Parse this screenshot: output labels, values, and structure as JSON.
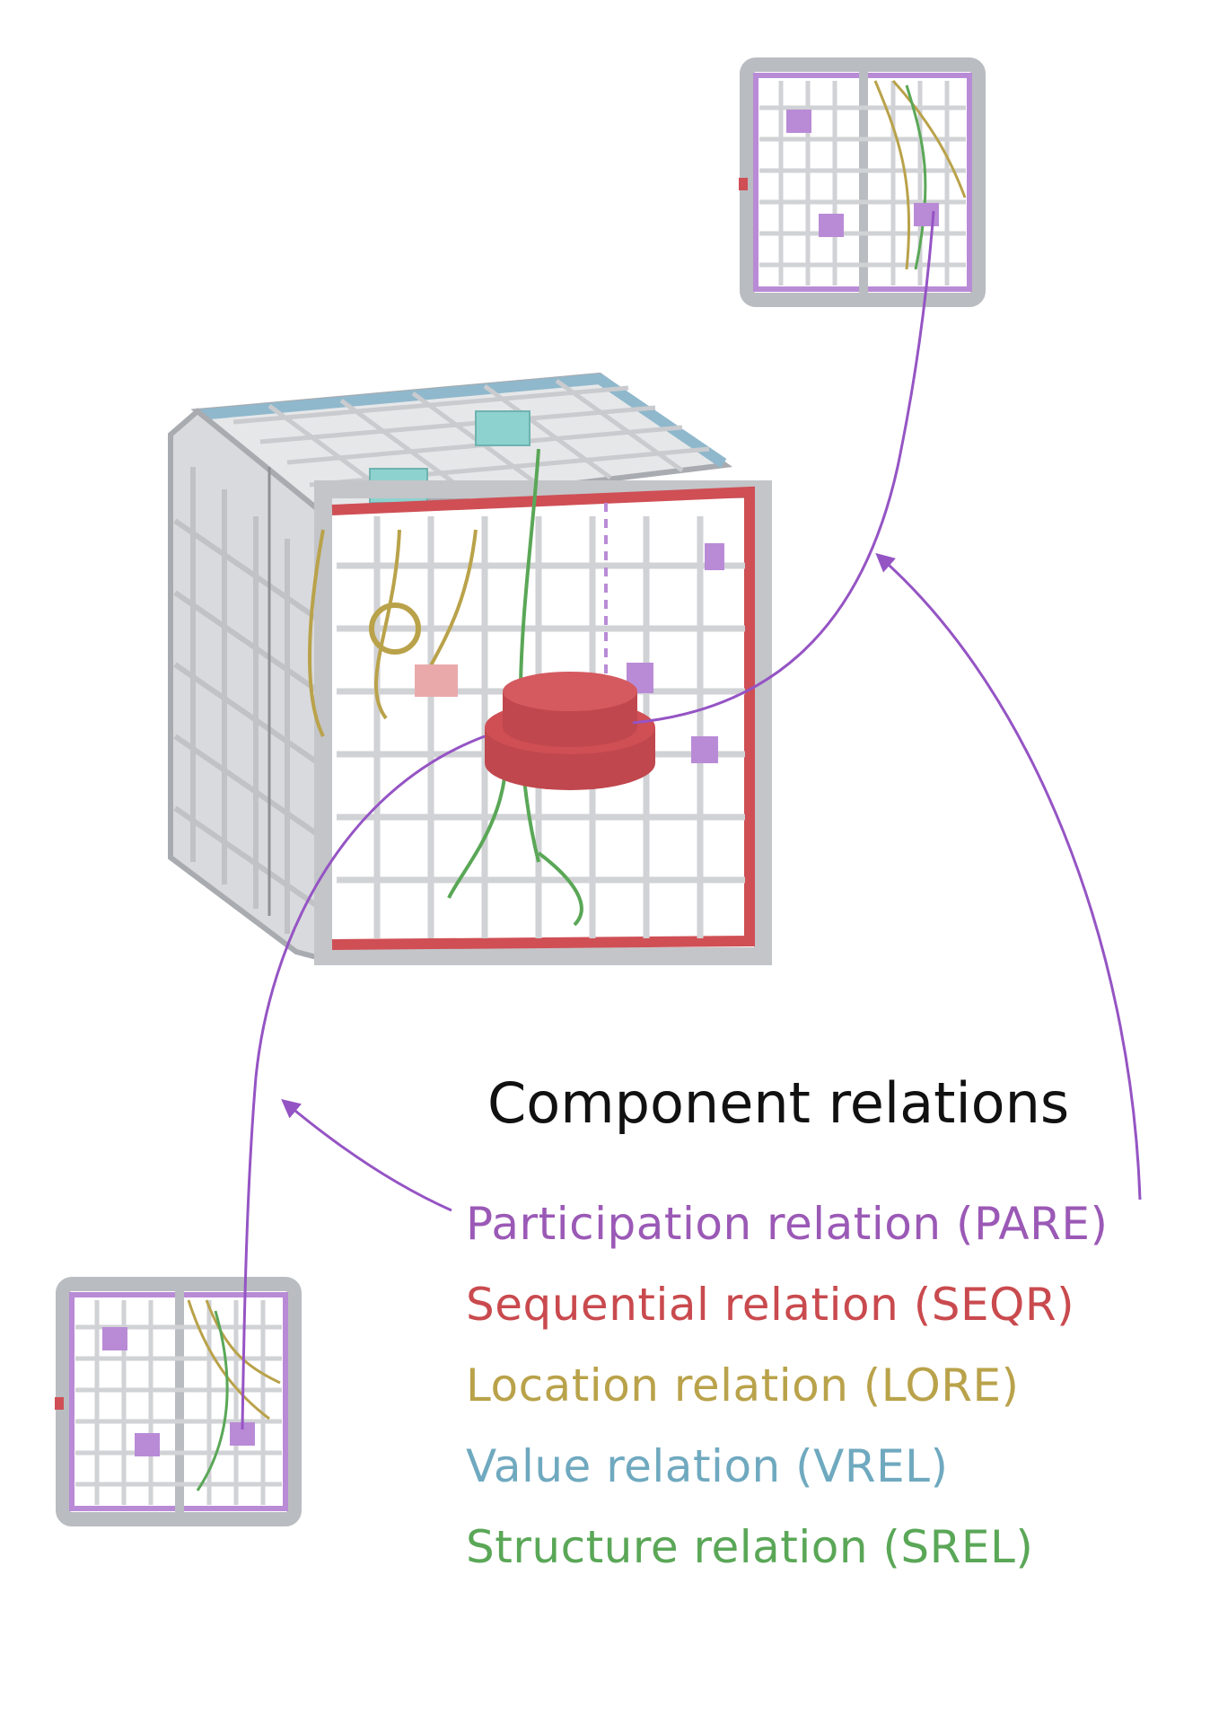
{
  "title": "Component relations",
  "relations": [
    {
      "label": "Participation relation (PARE)",
      "color": "#9b59b6"
    },
    {
      "label": "Sequential relation (SEQR)",
      "color": "#c94a4e"
    },
    {
      "label": "Location relation (LORE)",
      "color": "#b9a24a"
    },
    {
      "label": "Value relation (VREL)",
      "color": "#6fa9bf"
    },
    {
      "label": "Structure relation (SREL)",
      "color": "#5aa757"
    }
  ],
  "colors": {
    "frame": "#c3c5c9",
    "frame_dark": "#9fa2a7",
    "grid": "#d4d6d9",
    "part": "#b98bd6",
    "arrow": "#9554c4",
    "cylinder": "#cf4f55"
  }
}
